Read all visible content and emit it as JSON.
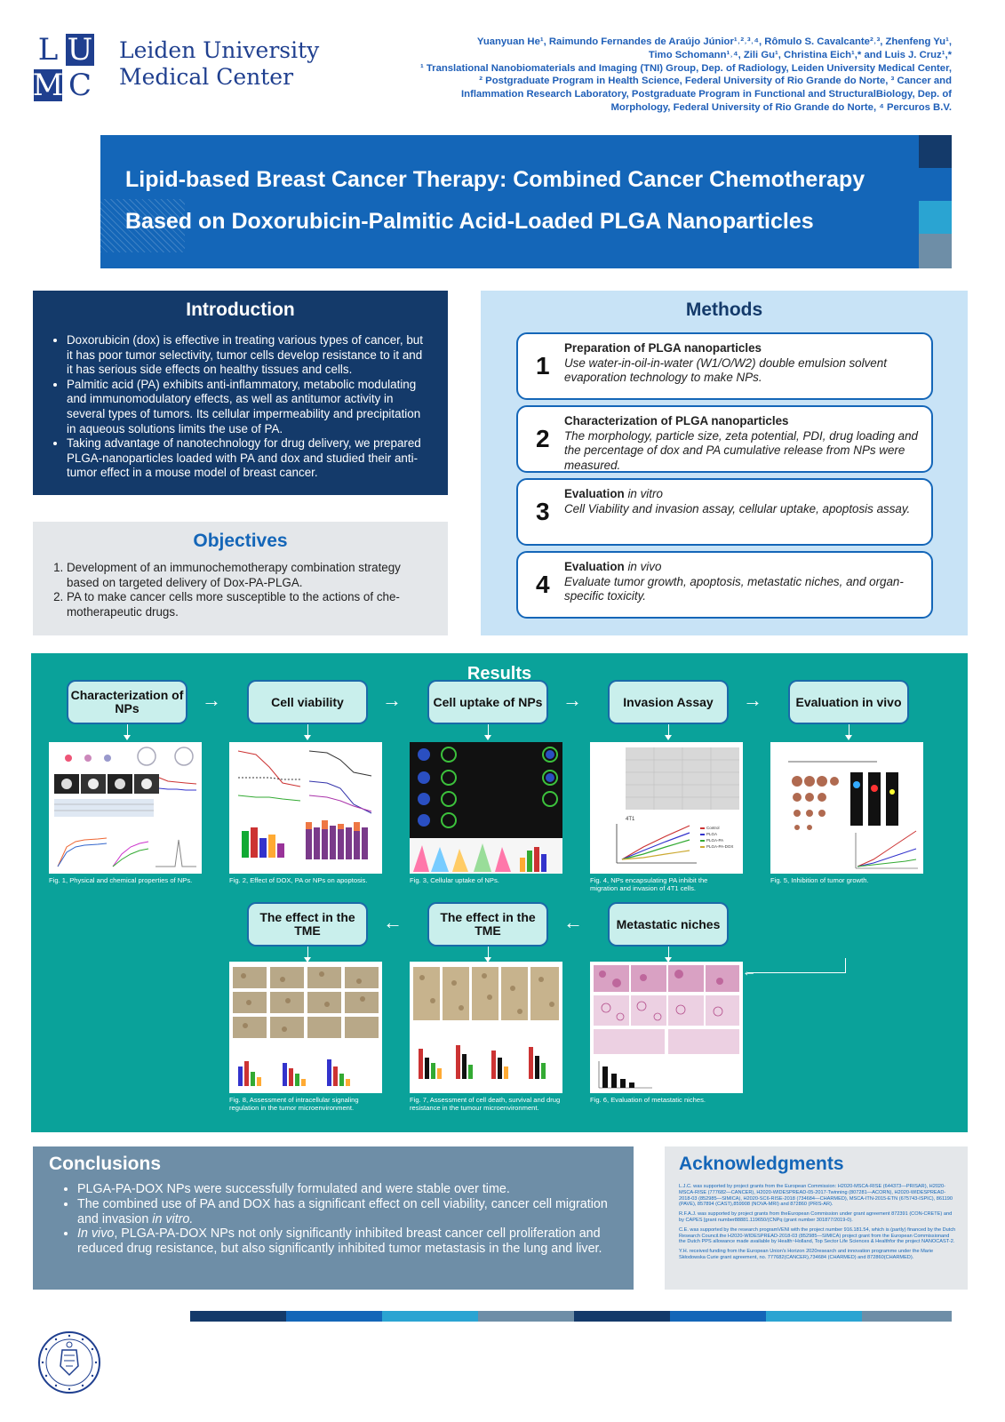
{
  "logo": {
    "letters": [
      "L",
      "U",
      "M",
      "C"
    ],
    "line1": "Leiden University",
    "line2": "Medical Center"
  },
  "authors": {
    "line1": "Yuanyuan He¹, Raimundo Fernandes de Araújo Júnior¹˒²˒³˒⁴, Rômulo S. Cavalcante²˒³, Zhenfeng Yu¹,",
    "line2": "Timo Schomann¹˒⁴, Zili Gu¹, Christina Eich¹,* and Luis J. Cruz¹,*",
    "affiliations": "¹ Translational Nanobiomaterials and Imaging (TNI) Group, Dep. of Radiology, Leiden University Medical Center, ² Postgraduate Program in Health Science, Federal University of Rio Grande do Norte, ³ Cancer and Inflammation Research Laboratory, Postgraduate Program in Functional and StructuralBiology, Dep. of Morphology, Federal University of Rio Grande do Norte, ⁴ Percuros B.V."
  },
  "title": {
    "line1": "Lipid-based Breast Cancer Therapy: Combined Cancer Chemotherapy",
    "line2": "Based on Doxorubicin-Palmitic Acid-Loaded PLGA Nanoparticles"
  },
  "colors": {
    "dark_navy": "#143a6a",
    "blue": "#1466b8",
    "teal": "#0aa29a",
    "slate": "#6e8ea7",
    "light_blue": "#c8e3f6",
    "light_gray": "#e4e7ea"
  },
  "introduction": {
    "heading": "Introduction",
    "bullets": [
      "Doxorubicin (dox) is effective in treating various types of cancer, but it has poor tumor selectivity, tumor cells develop resistance to it and it has serious side effects on healthy tissues and cells.",
      "Palmitic acid (PA) exhibits anti-inflammatory, metabolic modulating and immunomodulatory effects, as well as antitumor activity in several types of tumors. Its cellular impermeability and precipitation in aqueous solutions limits the use of PA.",
      "Taking advantage of nanotechnology for drug delivery, we prepared PLGA-nanoparticles loaded with PA and dox and studied their anti-tumor effect in a mouse model of breast cancer."
    ]
  },
  "objectives": {
    "heading": "Objectives",
    "items": [
      "Development of an immunochemotherapy combination strategy based on targeted delivery of Dox-PA-PLGA.",
      "PA to make cancer cells more susceptible to the actions of che-motherapeutic drugs."
    ]
  },
  "methods": {
    "heading": "Methods",
    "steps": [
      {
        "num": "1",
        "title": "Preparation of PLGA nanoparticles",
        "title_italic": "",
        "desc": "Use water-in-oil-in-water (W1/O/W2) double emulsion solvent evaporation technology to make NPs."
      },
      {
        "num": "2",
        "title": "Characterization of PLGA nanoparticles",
        "title_italic": "",
        "desc": "The morphology, particle size, zeta potential, PDI, drug loading and the percentage of dox and PA cumulative release from NPs were measured."
      },
      {
        "num": "3",
        "title": "Evaluation",
        "title_italic": "in vitro",
        "desc": "Cell Viability and invasion assay, cellular uptake, apoptosis assay."
      },
      {
        "num": "4",
        "title": "Evaluation",
        "title_italic": "in vivo",
        "desc": "Evaluate tumor growth, apoptosis, metastatic niches, and organ-specific toxicity."
      }
    ]
  },
  "results": {
    "heading": "Results",
    "top_row": [
      {
        "label": "Characterization of NPs",
        "caption": "Fig. 1, Physical and chemical properties of NPs."
      },
      {
        "label": "Cell viability",
        "caption": "Fig. 2, Effect of DOX, PA or NPs on apoptosis."
      },
      {
        "label": "Cell uptake of NPs",
        "caption": "Fig. 3, Cellular uptake of NPs."
      },
      {
        "label": "Invasion Assay",
        "caption": "Fig. 4, NPs encapsulating PA inhibit the migration and invasion of 4T1 cells."
      },
      {
        "label": "Evaluation in vivo",
        "caption": "Fig. 5, Inhibition of tumor growth."
      }
    ],
    "bottom_row": [
      {
        "label": "The effect in the TME",
        "caption": "Fig. 8, Assessment of intracellular signaling regulation in the tumor microenvironment."
      },
      {
        "label": "The effect in the TME",
        "caption": "Fig. 7, Assessment of cell death, survival and drug resistance in the tumour microenvironment."
      },
      {
        "label": "Metastatic niches",
        "caption": "Fig. 6, Evaluation of metastatic niches."
      }
    ],
    "fig4_label": "4T1",
    "fig4_legend": [
      "Control",
      "PLGA",
      "PLGA-PA",
      "PLGA-PA-DOX"
    ]
  },
  "conclusions": {
    "heading": "Conclusions",
    "bullets": [
      {
        "pre_italic": "",
        "text": "PLGA-PA-DOX NPs were successfully formulated and were stable over time."
      },
      {
        "pre_italic": "",
        "text": "The combined use of PA and DOX has a significant effect on cell viability, cancer cell migration and invasion",
        "post_italic": "in vitro."
      },
      {
        "pre_italic": "In vivo",
        "text": ", PLGA-PA-DOX NPs not only significantly inhibited breast cancer cell proliferation and reduced drug resistance, but also significantly inhibited tumor metastasis in the lung and liver."
      }
    ]
  },
  "acknowledgments": {
    "heading": "Acknowledgments",
    "paragraphs": [
      "L.J.C. was supported by project grants from the European Commission: H2020-MSCA-RISE (644373—PRISAR), H2020-MSCA-RISE (777682—CANCER), H2020-WIDESPREAD-05-2017-Twinning (807281—ACORN), H2020-WIDESPREAD-2018-03 (852985—SIMICA), H2020-SC6-RISE-2018 (734684—CHARMED), MSCA-ITN-2015-ETN (675743-ISPIC), 861190 (PAVE), 857894 (CAST),859908 (NOVA-MRI) and 872860 (PRIS-AR).",
      "R.F.A.J. was supported by project grants from theEuropean Commission under grant agreement 872391 (CON-CRETE) and by CAPES [grant number88881.119650/(CNPq (grant number 301877/2019-0).",
      "C.E. was supported by the research programVENI with the project number 916.181.54, which is (partly) financed by the Dutch Research Council.the H2020-WIDESPREAD-2018-03 (852985—SIMICA) project grant from the European Commissionand the Dutch PPS allowance made available by Health~Holland, Top Sector Life Sciences & Healthfor the project NANOCAST-2.",
      "Y.H. received funding from the European Union's Horizon 2020research and innovation programme under the Marie Skłodowska Curie grant agreement, no. 777682(CANCER),734684 (CHARMED) and 872860(CHARMED)."
    ]
  }
}
